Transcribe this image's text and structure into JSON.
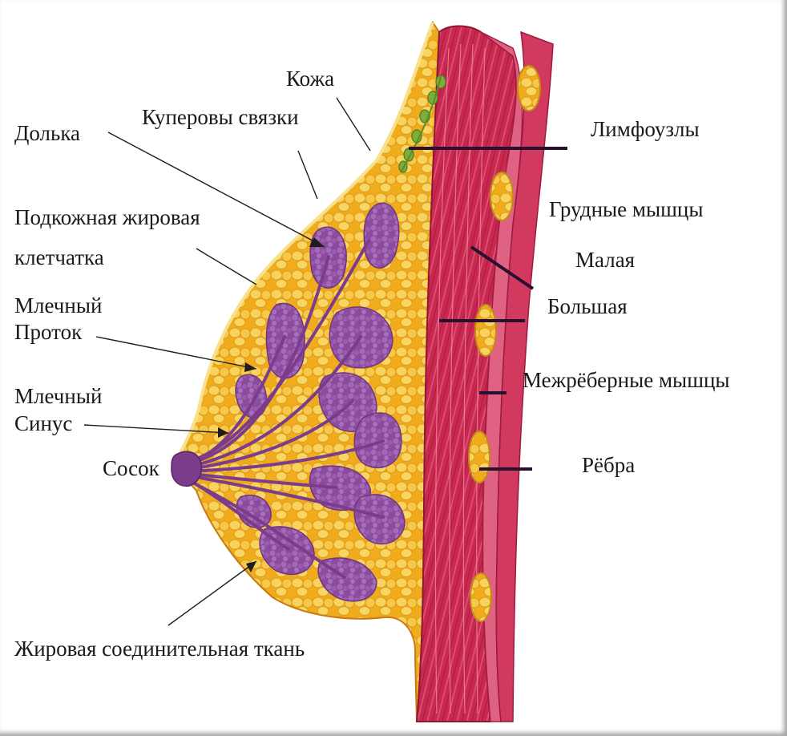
{
  "labels": {
    "kozha": "Кожа",
    "kuperovy": "Куперовы связки",
    "dolka": "Долька",
    "podkozhnaya_1": "Подкожная жировая",
    "podkozhnaya_2": "клетчатка",
    "mlechny_protok_1": "Млечный",
    "mlechny_protok_2": "Проток",
    "mlechny_sinus_1": "Млечный",
    "mlechny_sinus_2": "Синус",
    "sosok": "Сосок",
    "zhirovaya": "Жировая соединительная ткань",
    "limfouzly": "Лимфоузлы",
    "grudnye": "Грудные мышцы",
    "malaya": "Малая",
    "bolshaya": "Большая",
    "mezhrebernye": "Межрёберные мышцы",
    "rebra": "Рёбра"
  },
  "colors": {
    "fat": "#f2b01e",
    "fat_globule": "#f7cf5a",
    "lobule": "#8a4a9a",
    "lobule_light": "#a96cbc",
    "muscle": "#c8284e",
    "muscle_light": "#e46a86",
    "rib": "#eec24a",
    "lymph": "#7cae3a",
    "leader": "#2a1030"
  }
}
